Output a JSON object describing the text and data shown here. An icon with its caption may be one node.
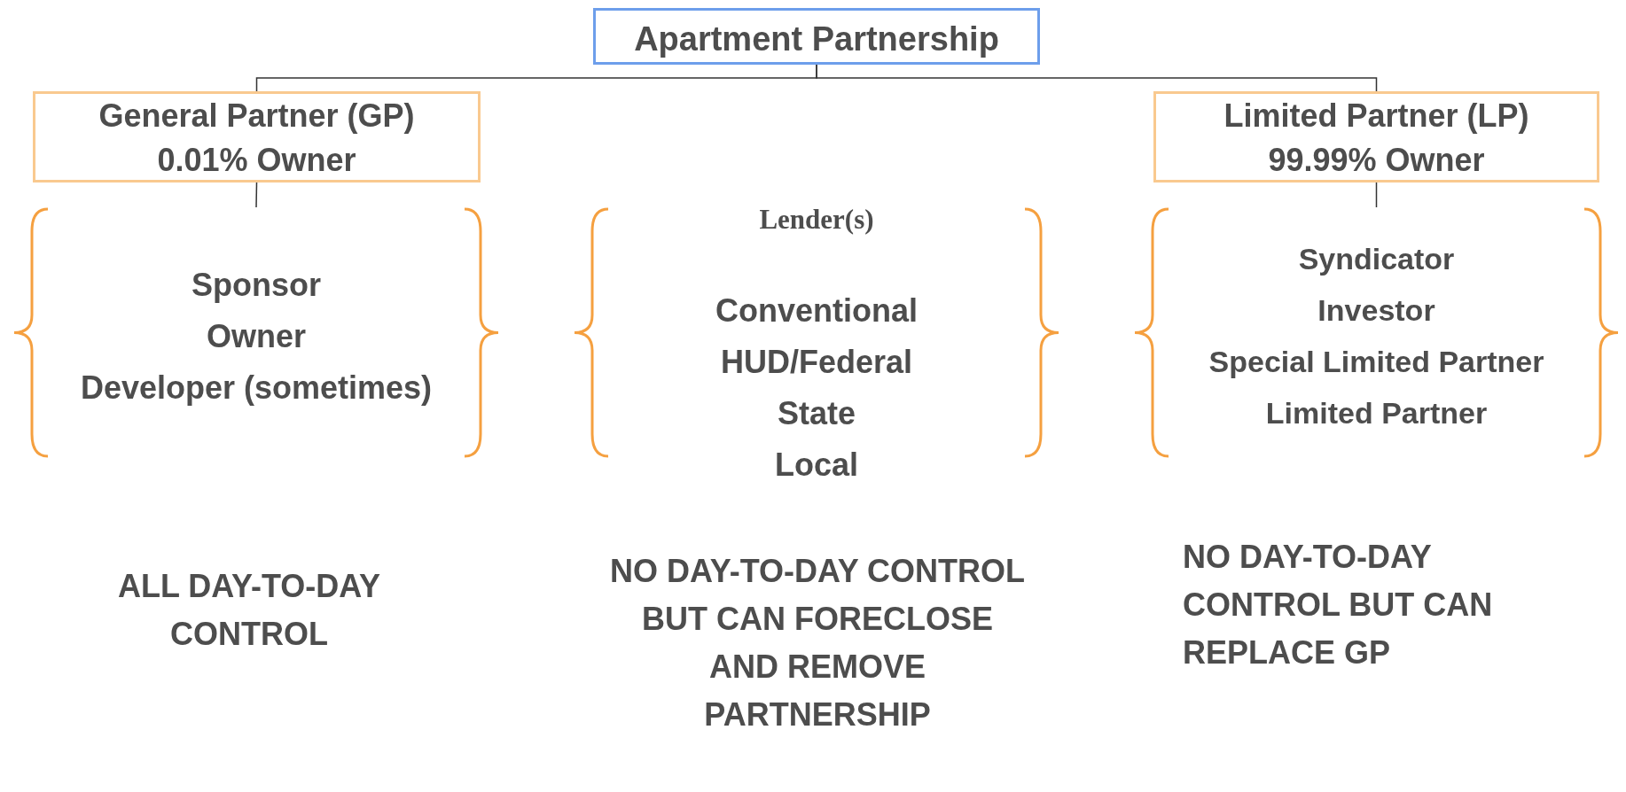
{
  "diagram": {
    "nodes": [
      {
        "text": [
          "Apartment Partnership"
        ]
      },
      {
        "text": [
          "General Partner (GP)",
          "0.01% Owner"
        ]
      },
      {
        "text": [
          "Limited Partner (LP)",
          "99.99% Owner"
        ]
      },
      {
        "text": [
          "Sponsor",
          "Owner",
          "Developer (sometimes)"
        ]
      },
      {
        "text": [
          "Lender(s)",
          "Conventional",
          "HUD/Federal",
          "State",
          "Local"
        ]
      },
      {
        "text": [
          "Syndicator",
          "Investor",
          "Special Limited Partner",
          "Limited Partner"
        ]
      }
    ],
    "edges": [
      {
        "from": 0,
        "to": 1,
        "arrow": "none"
      },
      {
        "from": 0,
        "to": 2,
        "arrow": "none"
      },
      {
        "from": 1,
        "to": 3,
        "arrow": "none"
      },
      {
        "from": 2,
        "to": 5,
        "arrow": "none"
      }
    ],
    "labels": [
      "ALL DAY-TO-DAY CONTROL",
      "NO DAY-TO-DAY CONTROL BUT CAN FORECLOSE AND REMOVE PARTNERSHIP",
      "NO DAY-TO-DAY CONTROL BUT CAN REPLACE GP"
    ]
  }
}
